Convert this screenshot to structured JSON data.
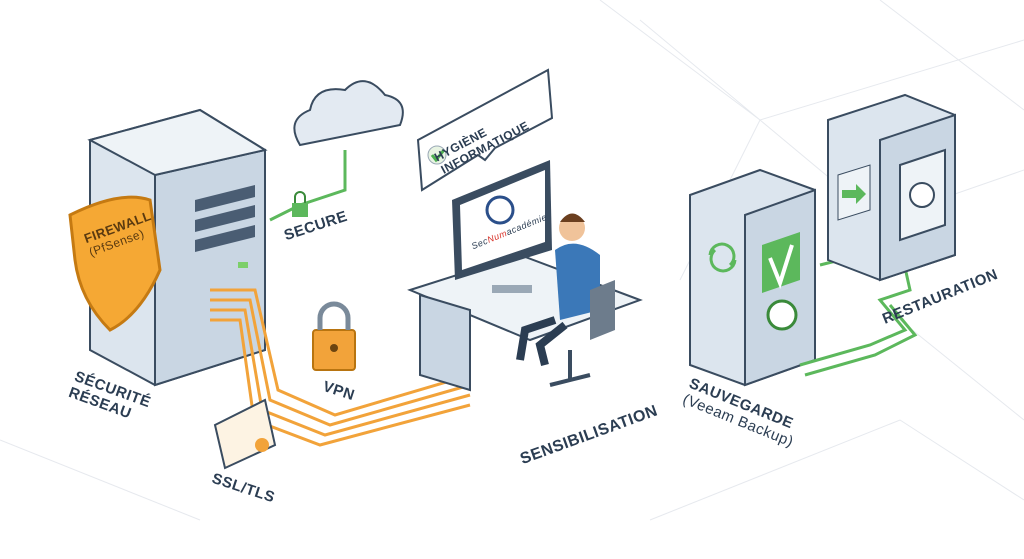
{
  "firewall": {
    "title": "FIREWALL",
    "subtitle": "(PfSense)"
  },
  "labels": {
    "network_security_1": "SÉCURITÉ",
    "network_security_2": "RÉSEAU",
    "secure": "SECURE",
    "vpn": "VPN",
    "ssl": "SSL/TLS",
    "awareness": "SENSIBILISATION",
    "backup": "SAUVEGARDE",
    "backup_tool": "(Veeam Backup)",
    "restore": "RESTAURATION"
  },
  "bubble": {
    "line1": "HYGIÈNE",
    "line2": "INFORMATIQUE"
  },
  "screen": {
    "brand_a": "Sec",
    "brand_b": "Num",
    "brand_c": "académie"
  },
  "colors": {
    "orange": "#f2a33a",
    "green": "#5cb85c",
    "navy": "#2b3d52",
    "server": "#c9d6e3"
  }
}
